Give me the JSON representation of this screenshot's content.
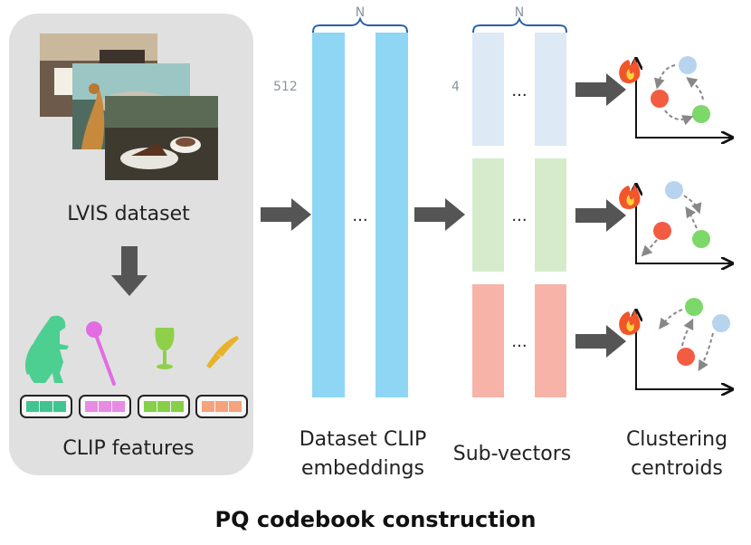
{
  "title": "PQ codebook construction",
  "dataset_panel": {
    "dataset_label": "LVIS dataset",
    "features_label": "CLIP features"
  },
  "embeddings": {
    "dim_label": "512",
    "count_label": "N",
    "ellipsis": "...",
    "caption_line1": "Dataset CLIP",
    "caption_line2": "embeddings"
  },
  "subvectors": {
    "dim_label": "4",
    "count_label": "N",
    "ellipsis": "...",
    "caption": "Sub-vectors",
    "row_colors": [
      "#dde9f5",
      "#d6ebcc",
      "#f7b3a7"
    ]
  },
  "clustering": {
    "caption_line1": "Clustering",
    "caption_line2": "centroids",
    "centroid_colors": {
      "blue": "#b7d3ee",
      "red": "#f25c43",
      "green": "#7dd86a"
    }
  },
  "colors": {
    "panel": "#e0e0e0",
    "embedding_bar": "#8fd6f4",
    "arrow": "#555555"
  }
}
